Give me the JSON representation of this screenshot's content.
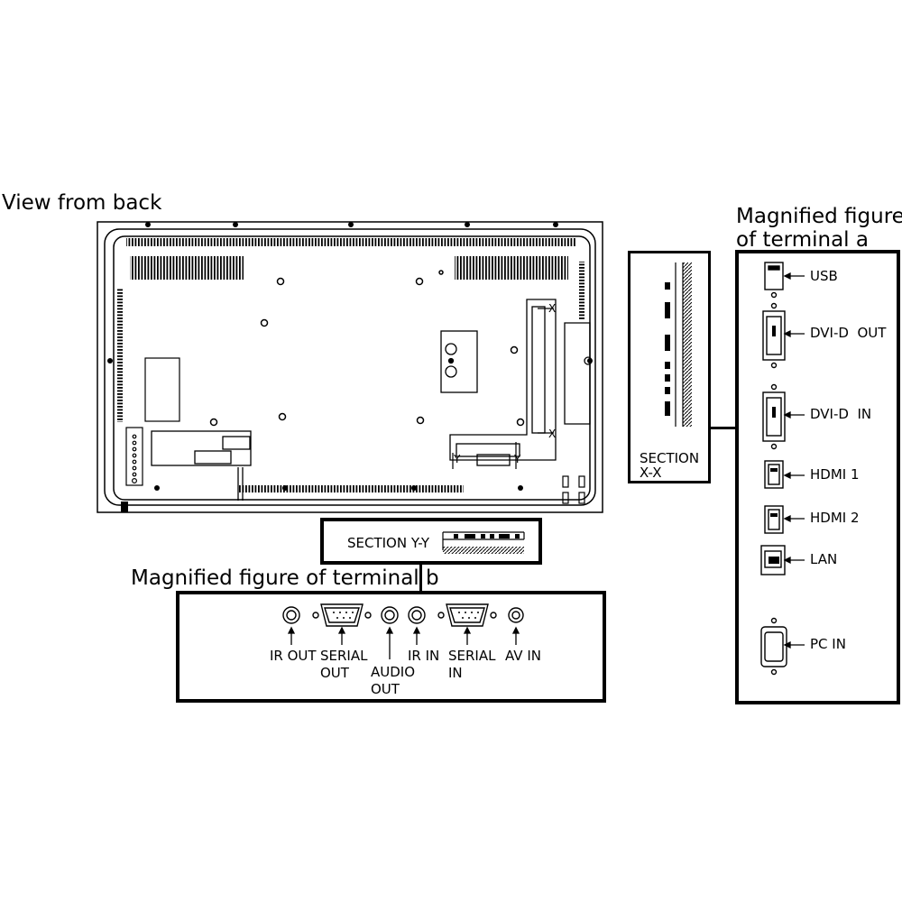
{
  "titles": {
    "back_view": "View from back",
    "terminal_a_line1": "Magnified figure",
    "terminal_a_line2": "of terminal a",
    "terminal_b": "Magnified figure of terminal b"
  },
  "sections": {
    "xx_line1": "SECTION",
    "xx_line2": "X-X",
    "yy": "SECTION Y-Y"
  },
  "section_markers": {
    "x": "X",
    "y": "Y"
  },
  "terminal_a_ports": [
    "USB",
    "DVI-D  OUT",
    "DVI-D  IN",
    "HDMI 1",
    "HDMI 2",
    "LAN",
    "PC IN"
  ],
  "terminal_b_ports": [
    {
      "line1": "IR OUT",
      "line2": ""
    },
    {
      "line1": "SERIAL",
      "line2": "OUT"
    },
    {
      "line1": "AUDIO",
      "line2": "OUT"
    },
    {
      "line1": "IR IN",
      "line2": ""
    },
    {
      "line1": "SERIAL",
      "line2": "IN"
    },
    {
      "line1": "AV IN",
      "line2": ""
    }
  ]
}
